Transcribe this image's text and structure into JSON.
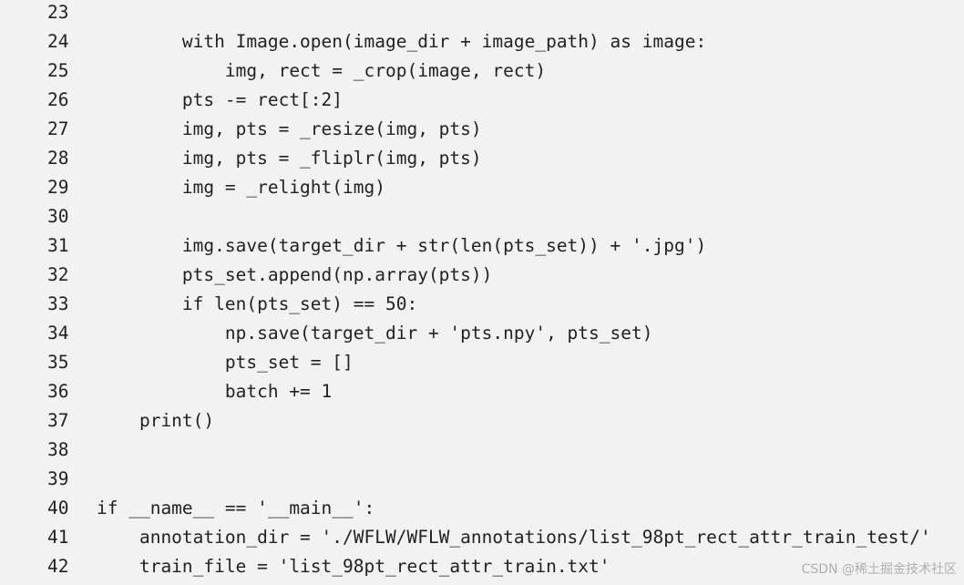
{
  "code_lines": [
    {
      "num": "23",
      "text": ""
    },
    {
      "num": "24",
      "text": "        with Image.open(image_dir + image_path) as image:"
    },
    {
      "num": "25",
      "text": "            img, rect = _crop(image, rect)"
    },
    {
      "num": "26",
      "text": "        pts -= rect[:2]"
    },
    {
      "num": "27",
      "text": "        img, pts = _resize(img, pts)"
    },
    {
      "num": "28",
      "text": "        img, pts = _fliplr(img, pts)"
    },
    {
      "num": "29",
      "text": "        img = _relight(img)"
    },
    {
      "num": "30",
      "text": ""
    },
    {
      "num": "31",
      "text": "        img.save(target_dir + str(len(pts_set)) + '.jpg')"
    },
    {
      "num": "32",
      "text": "        pts_set.append(np.array(pts))"
    },
    {
      "num": "33",
      "text": "        if len(pts_set) == 50:"
    },
    {
      "num": "34",
      "text": "            np.save(target_dir + 'pts.npy', pts_set)"
    },
    {
      "num": "35",
      "text": "            pts_set = []"
    },
    {
      "num": "36",
      "text": "            batch += 1"
    },
    {
      "num": "37",
      "text": "    print()"
    },
    {
      "num": "38",
      "text": ""
    },
    {
      "num": "39",
      "text": ""
    },
    {
      "num": "40",
      "text": "if __name__ == '__main__':"
    },
    {
      "num": "41",
      "text": "    annotation_dir = './WFLW/WFLW_annotations/list_98pt_rect_attr_train_test/'"
    },
    {
      "num": "42",
      "text": "    train_file = 'list_98pt_rect_attr_train.txt'"
    }
  ],
  "watermark": "CSDN @稀土掘金技术社区"
}
